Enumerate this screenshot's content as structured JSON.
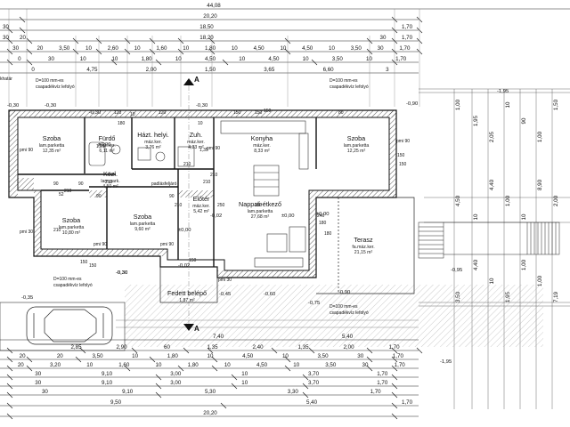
{
  "dims_top": {
    "row0": {
      "total": "44,08",
      "a": "20,20"
    },
    "row1": {
      "a": "30",
      "b": "18,50",
      "c": "1,70"
    },
    "row2": {
      "a": "30",
      "b": "20",
      "c": "18,20",
      "d": "30",
      "e": "1,70"
    },
    "row3": [
      "30",
      "20",
      "3,50",
      "10",
      "2,60",
      "10",
      "1,60",
      "10",
      "1,80",
      "10",
      "4,50",
      "10",
      "4,50",
      "10",
      "3,50",
      "30",
      "1,70"
    ],
    "row4": [
      "0",
      "30",
      "10",
      "10",
      "1,80",
      "10",
      "4,50",
      "10",
      "4,50",
      "10",
      "3,50",
      "10",
      "1,70"
    ],
    "row5": [
      "0",
      "4,75",
      "2,00",
      "1,50",
      "3,65",
      "6,60",
      "3"
    ]
  },
  "dims_bottom": {
    "row1": {
      "a": "7,40",
      "b": "5,40"
    },
    "row2": [
      "2,85",
      "2,90",
      "60",
      "1,35",
      "2,40",
      "1,35",
      "2,00",
      "1,70"
    ],
    "row3": [
      "20",
      "20",
      "3,50",
      "10",
      "1,80",
      "10",
      "4,50",
      "10",
      "3,50",
      "30",
      "1,70"
    ],
    "row4": [
      "20",
      "3,20",
      "10",
      "1,60",
      "10",
      "1,80",
      "10",
      "4,50",
      "10",
      "3,50",
      "30",
      "1,70"
    ],
    "row5": [
      "30",
      "9,10",
      "3,00",
      "10",
      "3,70",
      "1,70"
    ],
    "row6": [
      "30",
      "9,10",
      "3,00",
      "10",
      "3,70",
      "1,70"
    ],
    "row7": [
      "30",
      "9,10",
      "5,30",
      "3,30",
      "1,70"
    ],
    "row8": {
      "a": "9,50",
      "b": "5,40",
      "c": "1,70"
    },
    "row9": {
      "a": "20,20"
    }
  },
  "dims_right": [
    "1,00",
    "1,95",
    "2,05",
    "10",
    "90",
    "1,00",
    "1,50",
    "4,50",
    "10",
    "4,40",
    "1,00",
    "10",
    "8,90",
    "2,00",
    "3,50",
    "4,40",
    "10",
    "1,95",
    "1,00",
    "1,00",
    "7,19"
  ],
  "rooms": [
    {
      "name": "Szoba",
      "sub1": "lam.parketta",
      "sub2": "12,35 m²"
    },
    {
      "name": "Fürdő",
      "sub1": "máz.ker.",
      "sub2": "6,11 m²"
    },
    {
      "name": "Házt. helyi.",
      "sub1": "máz.ker.",
      "sub2": "3,76 m²"
    },
    {
      "name": "Zuh.",
      "sub1": "máz.ker.",
      "sub2": "4,33 m²"
    },
    {
      "name": "Konyha",
      "sub1": "máz.ker.",
      "sub2": "8,33 m²"
    },
    {
      "name": "Szoba",
      "sub1": "lam.parketta",
      "sub2": "12,25 m²"
    },
    {
      "name": "Közl.",
      "sub1": "lam.park.",
      "sub2": "4,50 m²"
    },
    {
      "name": "Szoba",
      "sub1": "lam.parketta",
      "sub2": "10,80 m²"
    },
    {
      "name": "Szoba",
      "sub1": "lam.parketta",
      "sub2": "9,60 m²"
    },
    {
      "name": "Előtér",
      "sub1": "máz.ker.",
      "sub2": "5,42 m²"
    },
    {
      "name": "Nappali-étkező",
      "sub1": "lam.parketta",
      "sub2": "27,68 m²"
    },
    {
      "name": "Terasz",
      "sub1": "fa.máz.ker.",
      "sub2": "21,15 m²"
    },
    {
      "name": "Fedett belépő",
      "sub1": "",
      "sub2": "1,87 m²"
    }
  ],
  "levels": [
    "-0,30",
    "-0,30",
    "±0,00",
    "-0,30",
    "-0,30",
    "±0,00",
    "-0,02",
    "-0,02",
    "-0,30",
    "-0,45",
    "-0,60",
    "-0,75",
    "-0,90",
    "-0,95",
    "-0,30",
    "-0,35",
    "-1,95",
    "-1,95",
    "±0,00",
    "±0,00",
    "-0,90"
  ],
  "notes": {
    "pipe1a": "D=100 mm-es",
    "pipe1b": "csapadékvíz lefolyó",
    "pipe2a": "D=100 mm-es",
    "pipe2b": "csapadékvíz lefolyó",
    "pipe3a": "D=100 mm-es",
    "pipe3b": "csapadékvíz lefolyó",
    "pipe4a": "D=100 mm-es",
    "pipe4b": "csapadékvíz lefolyó",
    "khatar": "khatár",
    "padlas": "padlásfeljáró",
    "sectionA": "A"
  },
  "wallnums": [
    "pmi 90",
    "pmi 90",
    "pmi 30",
    "pmi 90",
    "pmi 90",
    "pmi 90",
    "pmi 30",
    "150",
    "150",
    "150",
    "210",
    "210",
    "210",
    "180",
    "180",
    "180",
    "240",
    "90",
    "90",
    "90",
    "90",
    "210",
    "210",
    "120",
    "120",
    "150",
    "150",
    "150",
    "150",
    "150",
    "80",
    "10",
    "52",
    "1,21",
    "1,35",
    "10",
    "250",
    "250",
    "210",
    "210"
  ]
}
